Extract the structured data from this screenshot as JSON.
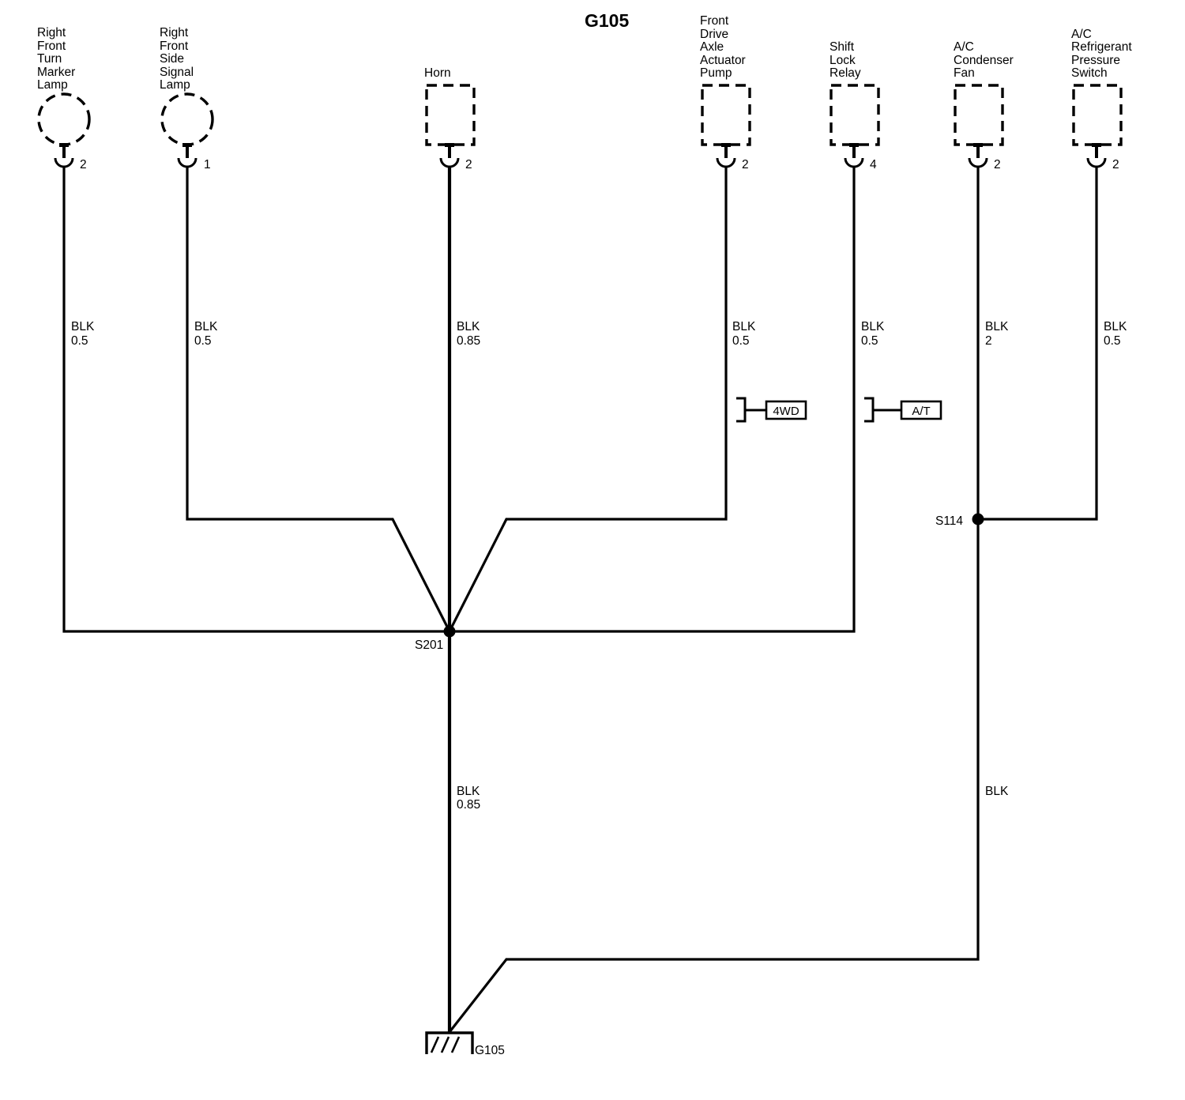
{
  "title": "G105",
  "components": [
    {
      "id": "rf-turn-marker",
      "label": [
        "Right",
        "Front",
        "Turn",
        "Marker",
        "Lamp"
      ],
      "shape": "lamp",
      "pin": "2"
    },
    {
      "id": "rf-side-signal",
      "label": [
        "Right",
        "Front",
        "Side",
        "Signal",
        "Lamp"
      ],
      "shape": "lamp",
      "pin": "1"
    },
    {
      "id": "horn",
      "label": [
        "Horn"
      ],
      "shape": "box",
      "pin": "2"
    },
    {
      "id": "front-drive-axle",
      "label": [
        "Front",
        "Drive",
        "Axle",
        "Actuator",
        "Pump"
      ],
      "shape": "box",
      "pin": "2"
    },
    {
      "id": "shift-lock-relay",
      "label": [
        "Shift",
        "Lock",
        "Relay"
      ],
      "shape": "box",
      "pin": "4"
    },
    {
      "id": "ac-condenser-fan",
      "label": [
        "A/C",
        "Condenser",
        "Fan"
      ],
      "shape": "box",
      "pin": "2"
    },
    {
      "id": "ac-pressure-switch",
      "label": [
        "A/C",
        "Refrigerant",
        "Pressure",
        "Switch"
      ],
      "shape": "box",
      "pin": "2"
    }
  ],
  "wires": [
    {
      "id": "w1",
      "color": "BLK",
      "gauge": "0.5"
    },
    {
      "id": "w2",
      "color": "BLK",
      "gauge": "0.5"
    },
    {
      "id": "w3",
      "color": "BLK",
      "gauge": "0.85"
    },
    {
      "id": "w4",
      "color": "BLK",
      "gauge": "0.5"
    },
    {
      "id": "w5",
      "color": "BLK",
      "gauge": "0.5"
    },
    {
      "id": "w6",
      "color": "BLK",
      "gauge": "2"
    },
    {
      "id": "w7",
      "color": "BLK",
      "gauge": "0.5"
    },
    {
      "id": "w8",
      "color": "BLK",
      "gauge": "0.85"
    },
    {
      "id": "w9",
      "color": "BLK",
      "gauge": ""
    }
  ],
  "options": [
    {
      "id": "opt-4wd",
      "label": "4WD"
    },
    {
      "id": "opt-at",
      "label": "A/T"
    }
  ],
  "splices": [
    {
      "id": "s201",
      "label": "S201"
    },
    {
      "id": "s114",
      "label": "S114"
    }
  ],
  "ground": {
    "label": "G105"
  }
}
